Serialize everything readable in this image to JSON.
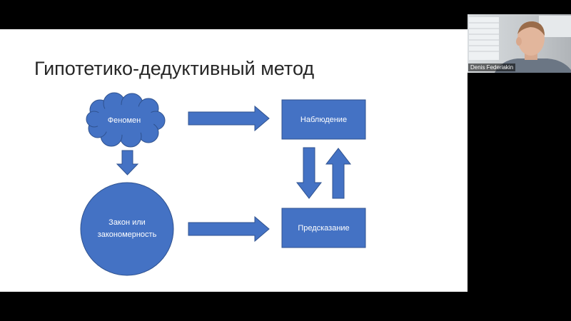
{
  "slide": {
    "title": "Гипотетико-дедуктивный метод",
    "nodes": {
      "phenomenon": "Феномен",
      "law_line1": "Закон или",
      "law_line2": "закономерность",
      "observation": "Наблюдение",
      "prediction": "Предсказание"
    },
    "colors": {
      "shape_fill": "#4472c4",
      "shape_stroke": "#2f528f",
      "title_text": "#262626"
    }
  },
  "video": {
    "participant_name": "Denis Federiakin"
  }
}
